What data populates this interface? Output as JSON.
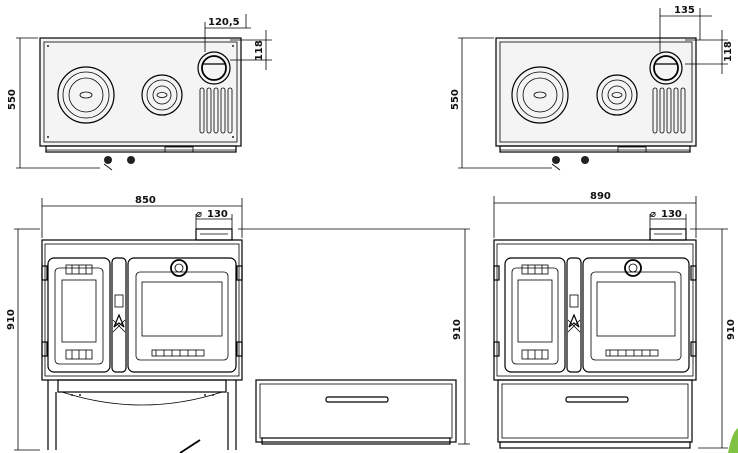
{
  "dimensions": {
    "top_left_offset_x": "120,5",
    "top_left_offset_y": "118",
    "top_left_depth": "550",
    "top_right_offset_x": "135",
    "top_right_offset_y": "118",
    "top_right_depth": "550",
    "front_left_width": "850",
    "front_left_flue": "130",
    "front_left_height": "910",
    "side_height": "910",
    "front_right_width": "890",
    "front_right_flue": "130",
    "front_right_height": "910"
  },
  "symbols": {
    "diameter": "⌀"
  },
  "colors": {
    "line": "#000000",
    "panel": "#f4f4f4",
    "corner_accent": "#7fc241"
  }
}
